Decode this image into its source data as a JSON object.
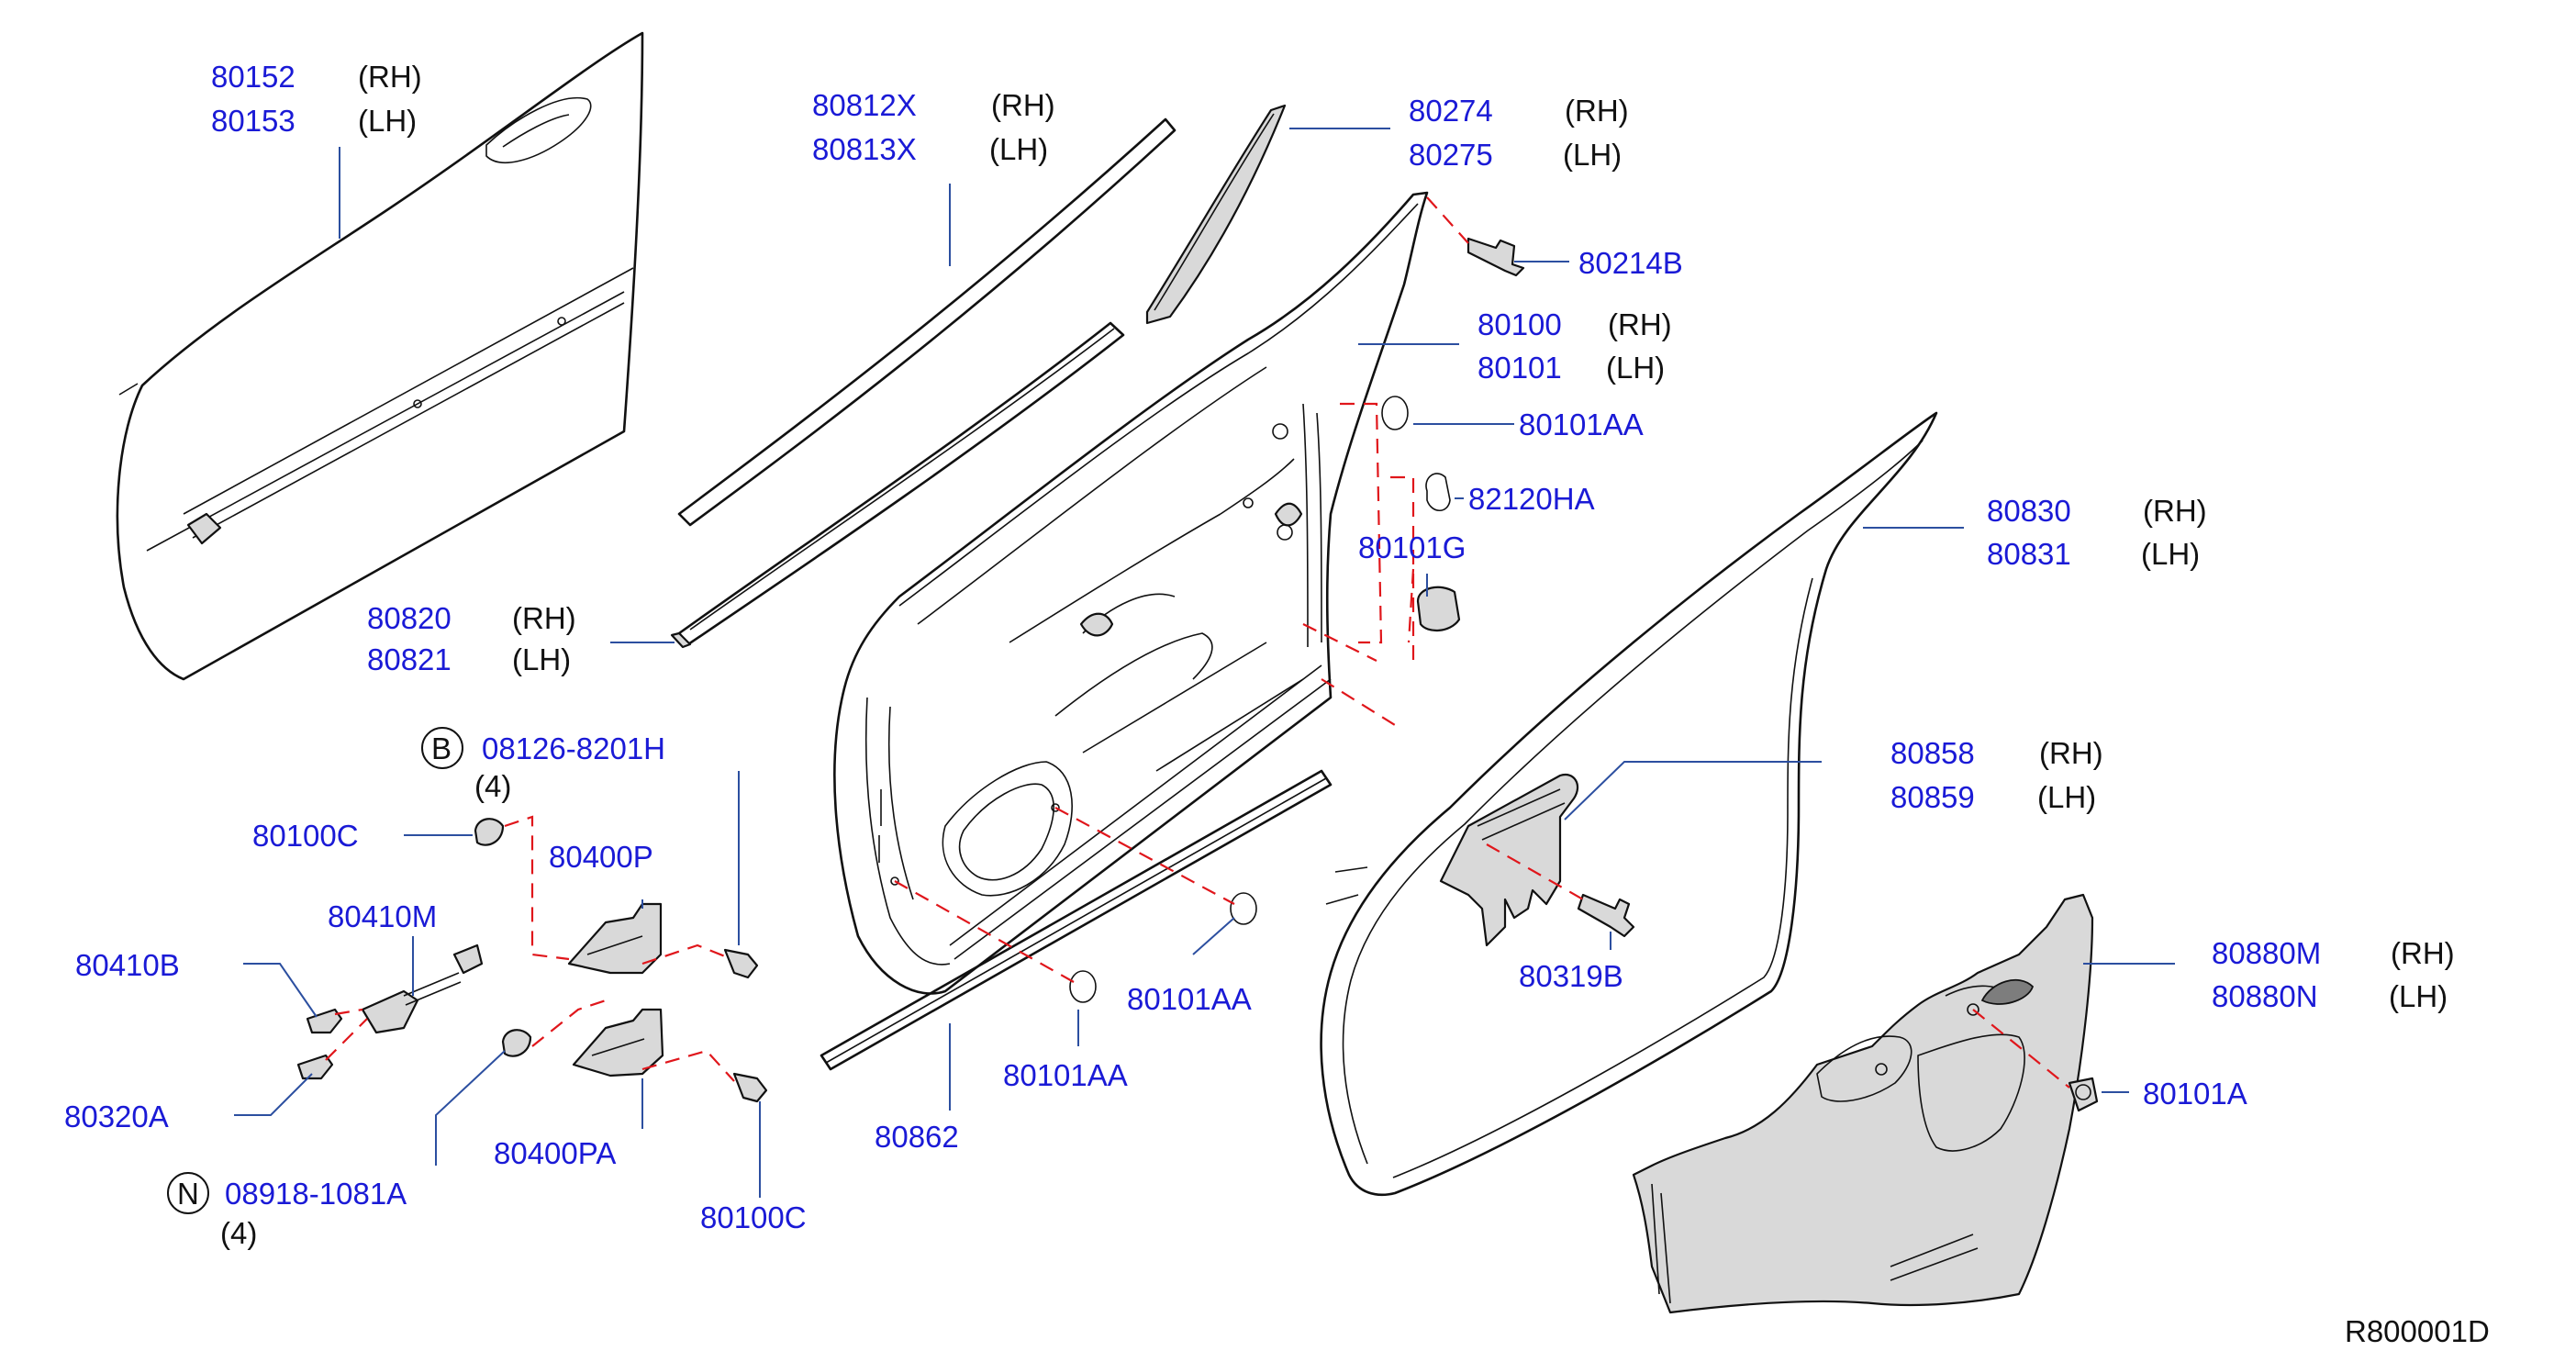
{
  "diagram_id": "R800001D",
  "labels": {
    "outer_panel_rh": "80152",
    "outer_panel_lh": "80153",
    "sash_mold_rh": "80812X",
    "sash_mold_lh": "80813X",
    "corner_trim_rh": "80274",
    "corner_trim_lh": "80275",
    "bolt_80214b": "80214B",
    "door_shell_rh": "80100",
    "door_shell_lh": "80101",
    "plug_80101aa_top": "80101AA",
    "plug_82120ha": "82120HA",
    "plug_80101g": "80101G",
    "weatherstrip_rh": "80830",
    "weatherstrip_lh": "80831",
    "belt_mold_rh": "80820",
    "belt_mold_lh": "80821",
    "bolt_b_prefix": "B",
    "bolt_b": "08126-8201H",
    "bolt_b_qty": "(4)",
    "nut_80100c_top": "80100C",
    "hinge_upper": "80400P",
    "check_link": "80410M",
    "bolt_80410b": "80410B",
    "bolt_80320a": "80320A",
    "nut_n_prefix": "N",
    "nut_n": "08918-1081A",
    "nut_n_qty": "(4)",
    "hinge_lower": "80400PA",
    "nut_80100c_bottom": "80100C",
    "lower_mold": "80862",
    "plug_80101aa_mid": "80101AA",
    "plug_80101aa_low": "80101AA",
    "bracket_rh": "80858",
    "bracket_lh": "80859",
    "bolt_80319b": "80319B",
    "screen_rh": "80880M",
    "screen_lh": "80880N",
    "clip_80101a": "80101A"
  },
  "side": {
    "rh": "(RH)",
    "lh": "(LH)"
  }
}
